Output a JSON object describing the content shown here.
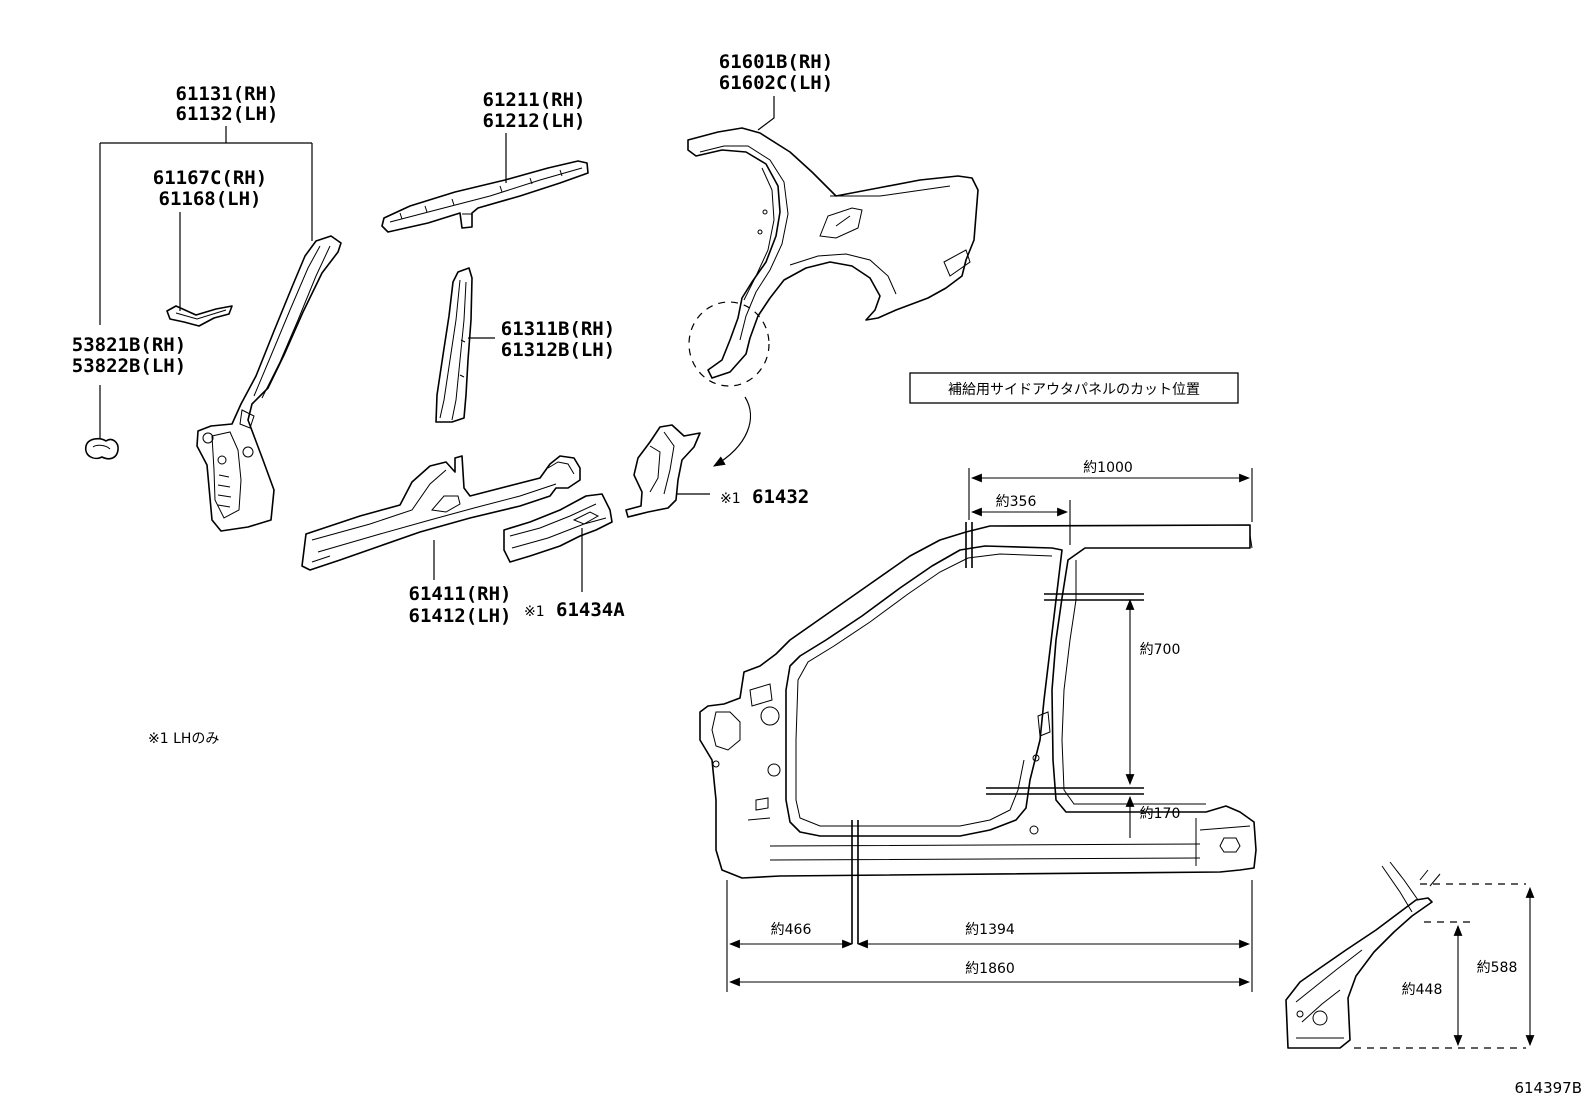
{
  "parts": {
    "pillar_front": {
      "rh": "61131(RH)",
      "lh": "61132(LH)"
    },
    "extension": {
      "rh": "61167C(RH)",
      "lh": "61168(LH)"
    },
    "seal": {
      "rh": "53821B(RH)",
      "lh": "53822B(LH)"
    },
    "roof_rail": {
      "rh": "61211(RH)",
      "lh": "61212(LH)"
    },
    "center_pillar": {
      "rh": "61311B(RH)",
      "lh": "61312B(LH)"
    },
    "quarter_panel": {
      "rh": "61601B(RH)",
      "lh": "61602C(LH)"
    },
    "rocker_outer": {
      "rh": "61411(RH)",
      "lh": "61412(LH)"
    },
    "rocker_ext": {
      "mark": "※1",
      "number": "61434A"
    },
    "wheel_ext": {
      "mark": "※1",
      "number": "61432"
    }
  },
  "footnote": "※1  LHのみ",
  "cut_title": "補給用サイドアウタパネルのカット位置",
  "dimensions": {
    "d1000": "約1000",
    "d356": "約356",
    "d700": "約700",
    "d170": "約170",
    "d466": "約466",
    "d1394": "約1394",
    "d1860": "約1860",
    "d588": "約588",
    "d448": "約448"
  },
  "ref_code": "614397B"
}
